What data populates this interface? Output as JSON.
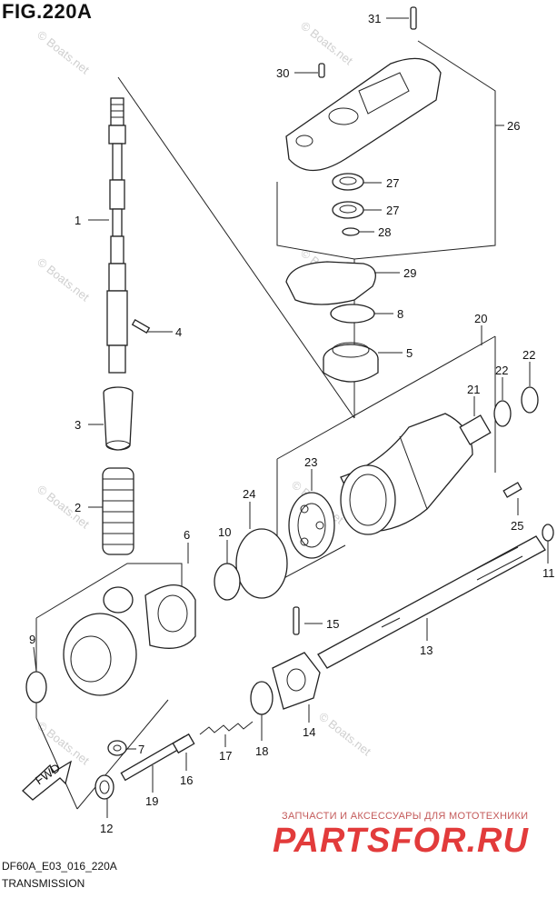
{
  "figure": {
    "title": "FIG.220A",
    "code": "DF60A_E03_016_220A",
    "subtitle": "TRANSMISSION"
  },
  "watermark": {
    "text": "© Boats.net"
  },
  "direction_marker": {
    "label": "FWD"
  },
  "callouts": [
    "1",
    "2",
    "3",
    "4",
    "5",
    "6",
    "7",
    "8",
    "9",
    "10",
    "11",
    "12",
    "13",
    "14",
    "15",
    "16",
    "17",
    "18",
    "19",
    "20",
    "21",
    "22",
    "22",
    "23",
    "24",
    "25",
    "26",
    "27",
    "27",
    "28",
    "29",
    "30",
    "31"
  ],
  "shop": {
    "tagline": "ЗАПЧАСТИ И АКСЕССУАРЫ ДЛЯ МОТОТЕХНИКИ",
    "brand": "PARTSFOR.RU"
  }
}
